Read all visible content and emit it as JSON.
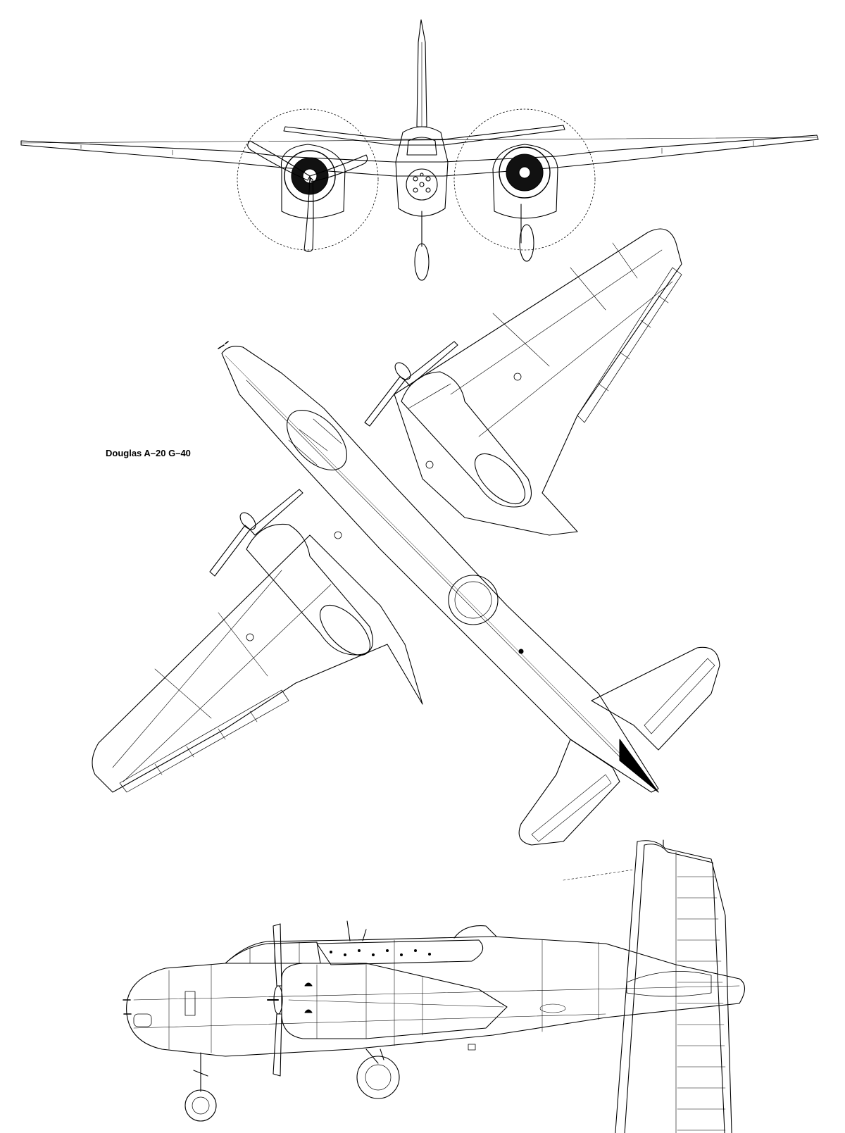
{
  "drawing": {
    "title": "Douglas A–20 G–40",
    "views": [
      "front-view",
      "plan-view",
      "side-view"
    ],
    "line_color": "#000000",
    "background_color": "#ffffff"
  }
}
